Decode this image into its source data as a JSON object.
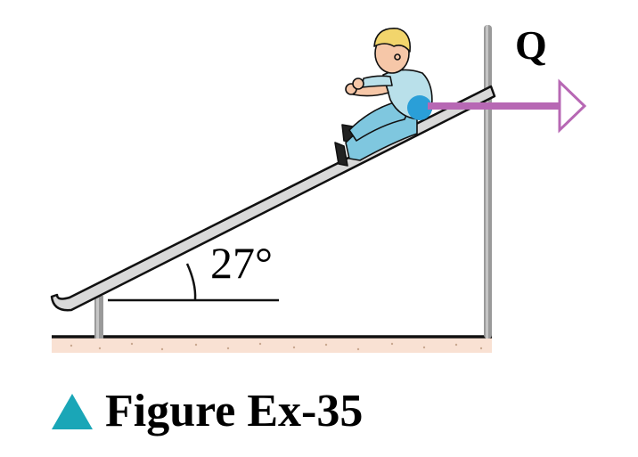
{
  "diagram": {
    "force_label": "Q",
    "angle_label": "27°",
    "caption": "Figure Ex-35"
  },
  "colors": {
    "force_arrow": "#b768b4",
    "contact_point": "#2a9fd8",
    "slide_fill": "#d9d9d9",
    "ground_fill": "#f9e1d3",
    "post": "#9a9a9a",
    "caption_marker": "#1aa6b7"
  },
  "icons": {
    "caption_marker": "triangle-marker-icon",
    "child": "child-figure-icon"
  }
}
